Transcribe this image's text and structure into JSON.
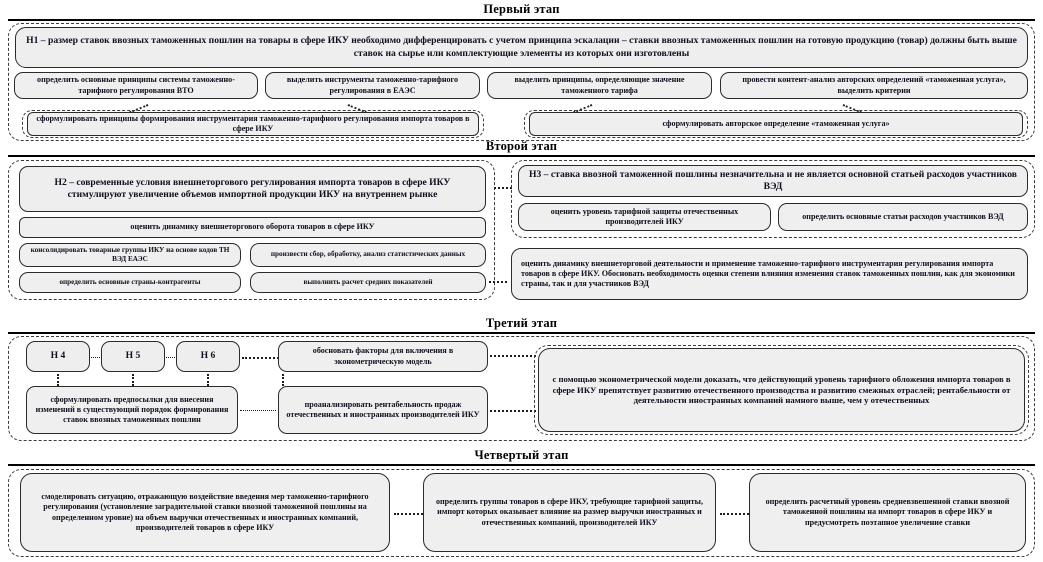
{
  "stages": [
    {
      "id": "stage1",
      "title": "Первый этап"
    },
    {
      "id": "stage2",
      "title": "Второй этап"
    },
    {
      "id": "stage3",
      "title": "Третий этап"
    },
    {
      "id": "stage4",
      "title": "Четвертый этап"
    }
  ],
  "stage1": {
    "hypothesis": "Н1 – размер ставок ввозных таможенных пошлин на товары в сфере ИКУ необходимо дифференцировать с учетом принципа эскалации – ставки ввозных таможенных пошлин на готовую продукцию (товар) должны быть выше ставок на сырье или комплектующие элементы из которых они изготовлены",
    "tasks": [
      "определить основные принципы системы таможенно-тарифного регулирования ВТО",
      "выделить инструменты таможенно-тарифного регулирования в ЕАЭС",
      "выделить принципы, определяющие значение таможенного тарифа",
      "провести контент-анализ авторских определений «таможенная услуга», выделить критерии"
    ],
    "results": [
      "сформулировать принципы формирования инструментария таможенно-тарифного регулирования импорта товаров в сфере ИКУ",
      "сформулировать авторское определение «таможенная услуга»"
    ]
  },
  "stage2": {
    "left": {
      "hypothesis": "Н2 – современные условия внешнеторгового регулирования импорта товаров в сфере ИКУ стимулируют увеличение объемов импортной продукции ИКУ на внутреннем рынке",
      "wide_task": "оценить динамику внешнеторгового оборота товаров в сфере ИКУ",
      "tasks": [
        "консолидировать товарные группы ИКУ на основе кодов ТН ВЭД ЕАЭС",
        "произвести сбор, обработку, анализ статистических данных",
        "определить основные страны-контрагенты",
        "выполнить расчет средних показателей"
      ]
    },
    "right": {
      "hypothesis": "Н3 – ставка ввозной таможенной пошлины незначительна и не является основной статьей расходов участников ВЭД",
      "tasks": [
        "оценить уровень тарифной защиты отечественных производителей ИКУ",
        "определить основные статьи расходов участников ВЭД"
      ],
      "result": "оценить динамику внешнеторговой деятельности и применение таможенно-тарифного инструментария регулирования импорта товаров в сфере ИКУ. Обосновать необходимость оценки степени влияния изменения ставок таможенных пошлин, как для экономики страны, так и для участников ВЭД"
    }
  },
  "stage3": {
    "hypotheses": [
      "Н 4",
      "Н 5",
      "Н 6"
    ],
    "tasks": [
      "обосновать факторы для включения в эконометрическую модель",
      "сформулировать предпосылки для внесения изменений в существующий порядок формирования ставок ввозных таможенных пошлин",
      "проанализировать рентабельность продаж отечественных и иностранных производителей ИКУ"
    ],
    "result": "с помощью эконометрической модели доказать, что действующий уровень тарифного обложения импорта товаров в сфере ИКУ препятствует развитию отечественного производства и развитию смежных отраслей; рентабельности от деятельности иностранных компаний намного выше, чем у отечественных"
  },
  "stage4": {
    "tasks": [
      "смоделировать ситуацию, отражающую воздействие введения мер таможенно-тарифного регулирования (установление заградительной ставки ввозной таможенной пошлины на определенном уровне) на объем выручки отечественных и иностранных компаний, производителей товаров в сфере  ИКУ",
      "определить группы товаров в сфере ИКУ, требующие тарифной защиты, импорт которых оказывает влияние на размер выручки иностранных и отечественных компаний, производителей ИКУ",
      "определить расчетный уровень средневзвешенной ставки ввозной таможенной пошлины на импорт товаров в сфере ИКУ и предусмотреть поэтапное увеличение ставки"
    ]
  }
}
